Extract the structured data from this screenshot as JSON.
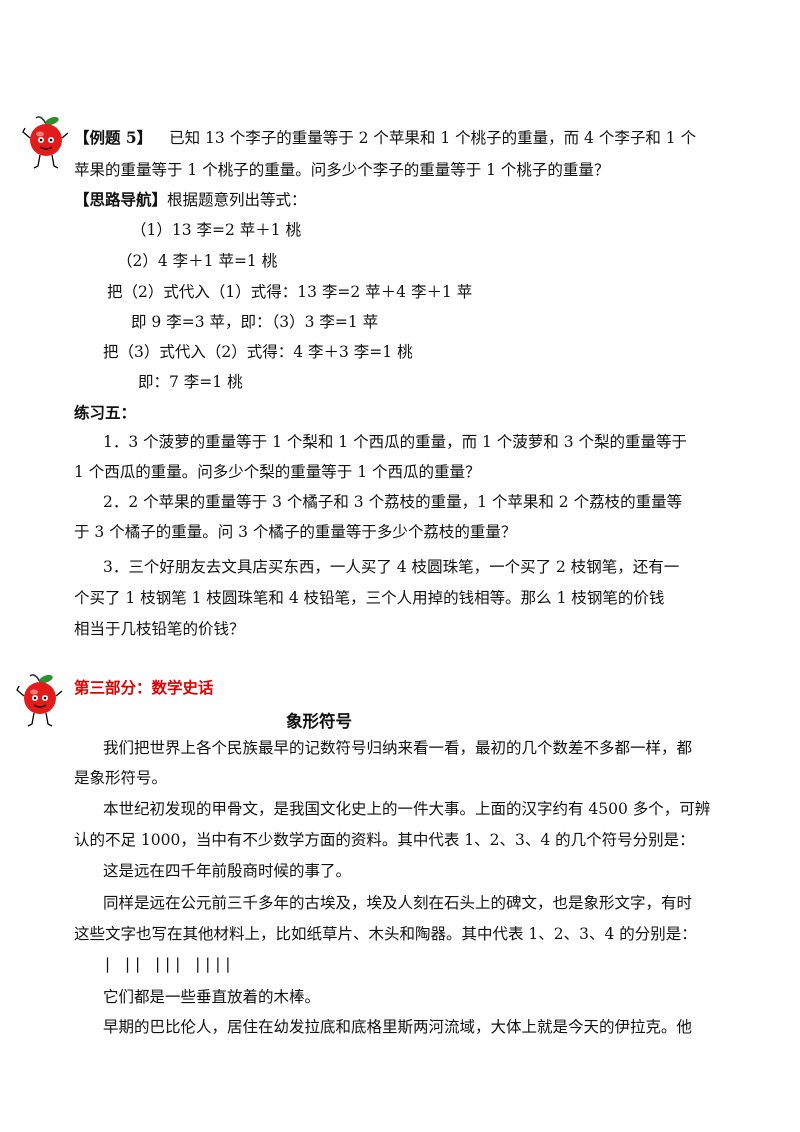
{
  "example": {
    "label": "【例题 5】",
    "line1": "已知 13 个李子的重量等于 2 个苹果和 1 个桃子的重量，而 4 个李子和 1 个",
    "line2": "苹果的重量等于 1 个桃子的重量。问多少个李子的重量等于 1 个桃子的重量？"
  },
  "hint": {
    "label": "【思路导航】",
    "text": "根据题意列出等式：",
    "steps": [
      "（1）13 李=2 苹＋1 桃",
      "（2）4 李＋1 苹=1 桃",
      "把（2）式代入（1）式得：13 李=2 苹＋4 李＋1 苹",
      "即 9 李=3 苹，即：（3）3 李=1 苹",
      "把（3）式代入（2）式得：4 李＋3 李=1 桃",
      "即：7 李=1 桃"
    ]
  },
  "practice": {
    "title": "练习五：",
    "q1_line1": "1．3 个菠萝的重量等于 1 个梨和 1 个西瓜的重量，而 1 个菠萝和 3 个梨的重量等于",
    "q1_line2": "1 个西瓜的重量。问多少个梨的重量等于 1 个西瓜的重量？",
    "q2_line1": "2．2 个苹果的重量等于 3 个橘子和 3 个荔枝的重量，1 个苹果和 2 个荔枝的重量等",
    "q2_line2": "于 3 个橘子的重量。问 3 个橘子的重量等于多少个荔枝的重量？",
    "q3_line1": "3．三个好朋友去文具店买东西，一人买了 4 枝圆珠笔，一个买了 2 枝钢笔，还有一",
    "q3_line2": "个买了 1 枝钢笔 1 枝圆珠笔和 4 枝铅笔，三个人用掉的钱相等。那么 1 枝钢笔的价钱",
    "q3_line3": "相当于几枝铅笔的价钱？"
  },
  "history": {
    "section_title": "第三部分：数学史话",
    "article_title": "象形符号",
    "p1_line1": "我们把世界上各个民族最早的记数符号归纳来看一看，最初的几个数差不多都一样，都",
    "p1_line2": "是象形符号。",
    "p2_line1": "本世纪初发现的甲骨文，是我国文化史上的一件大事。上面的汉字约有 4500 多个，可辨",
    "p2_line2": "认的不足 1000，当中有不少数学方面的资料。其中代表 1、2、3、4 的几个符号分别是：",
    "p3": "这是远在四千年前殷商时候的事了。",
    "p4_line1": "同样是远在公元前三千多年的古埃及，埃及人刻在石头上的碑文，也是象形文字，有时",
    "p4_line2": "这些文字也写在其他材料上，比如纸草片、木头和陶器。其中代表 1、2、3、4 的分别是：",
    "tally": "|  ||  |||  ||||",
    "p5": "它们都是一些垂直放着的木棒。",
    "p6": "早期的巴比伦人，居住在幼发拉底和底格里斯两河流域，大体上就是今天的伊拉克。他"
  },
  "colors": {
    "section_red": "#e00000",
    "apple_red": "#e31b1b",
    "leaf_green": "#2f8f2f"
  },
  "icons": [
    "apple-mascot-icon",
    "apple-mascot-icon"
  ]
}
